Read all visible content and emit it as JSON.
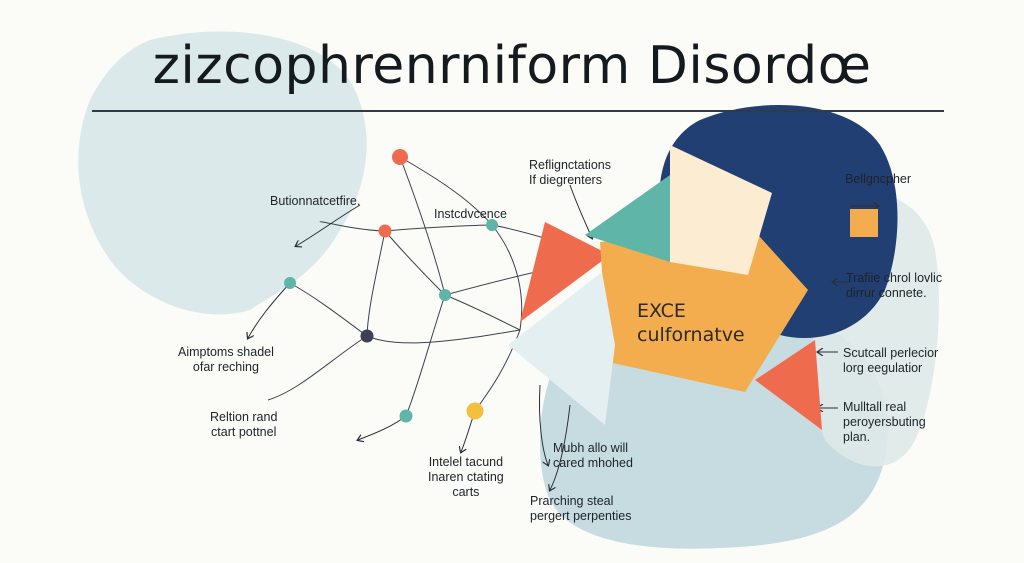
{
  "title": "zizcophrenrniform Disordœ",
  "center": {
    "line1": "EXCE",
    "line2": "culfornatve"
  },
  "labels": {
    "left_top": "Butionnatcetfire.",
    "left_middle": {
      "line1": "Aimptoms shadel",
      "line2": "ofar reching"
    },
    "left_bottom": {
      "line1": "Reltion rand",
      "line2": "ctart pottnel"
    },
    "instcd": "Instcdvcence",
    "refl": {
      "line1": "Reflignctations",
      "line2": "If diegrenters"
    },
    "intel": {
      "line1": "Intelel tacund",
      "line2": "Inaren ctating",
      "line3": "carts"
    },
    "mubh": {
      "line1": "Mubh allo will",
      "line2": "cared mhohed"
    },
    "prarching": {
      "line1": "Prarching steal",
      "line2": "pergert perpenties"
    },
    "right_top": "Bellgncpher",
    "right_traffic": {
      "line1": "Trafiie chrol lovlic",
      "line2": "dirrur connete."
    },
    "right_scut": {
      "line1": "Scutcall perlecior",
      "line2": "lorg eegulatior"
    },
    "right_multi": {
      "line1": "Mulltall real",
      "line2": "peroyersbuting",
      "line3": "plan."
    }
  },
  "colors": {
    "navy": "#213f72",
    "teal": "#5fb5a7",
    "orange": "#f4ad4e",
    "coral": "#ef6b4e",
    "light_blue": "#c9dde1",
    "dark_node": "#3b4052",
    "yellow": "#f2bf3e"
  }
}
